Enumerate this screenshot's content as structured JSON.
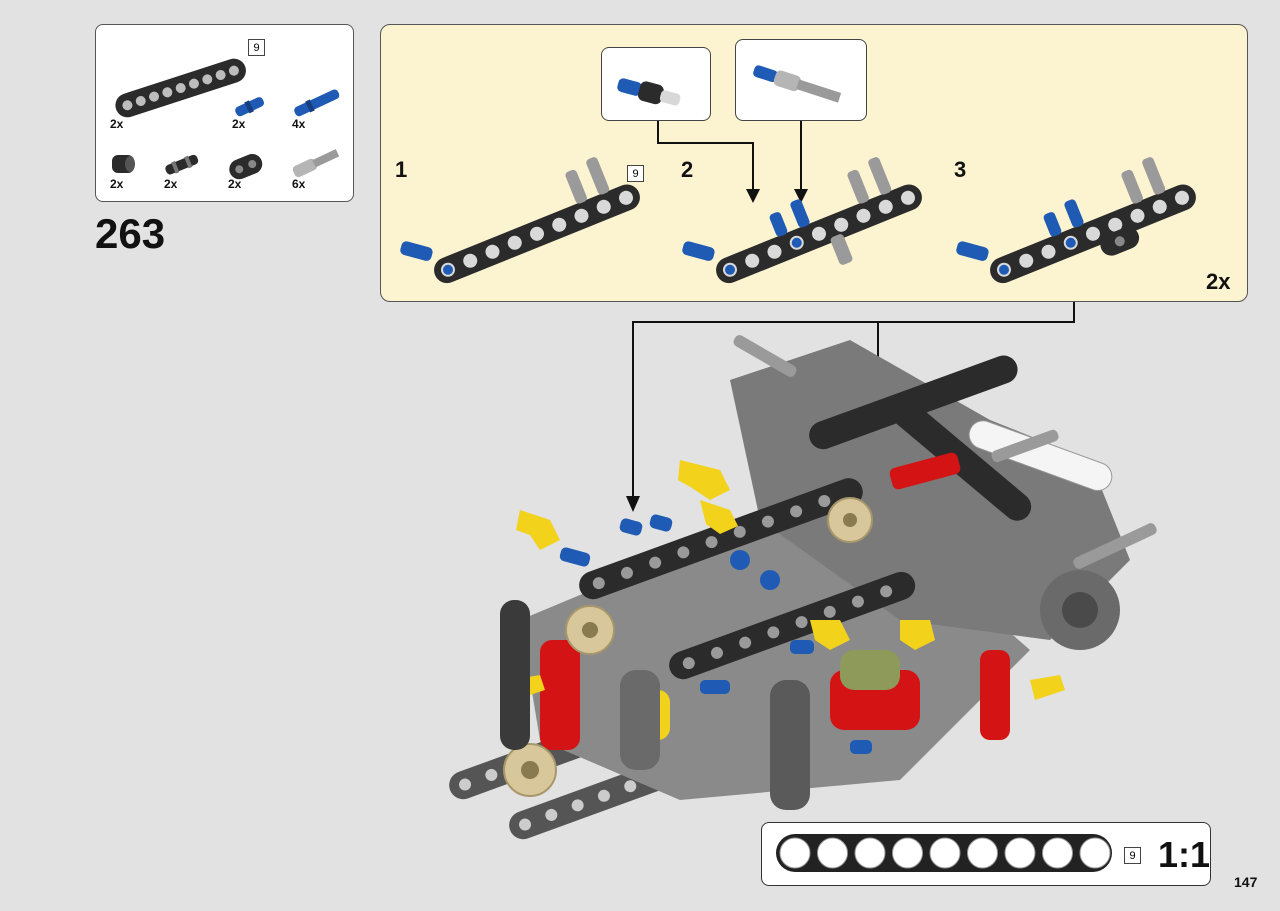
{
  "parts_list": {
    "items": [
      {
        "qty": "2x",
        "name": "beam-9",
        "length_label": "9"
      },
      {
        "qty": "2x",
        "name": "blue-pin-short"
      },
      {
        "qty": "4x",
        "name": "blue-pin-long"
      },
      {
        "qty": "2x",
        "name": "black-bush"
      },
      {
        "qty": "2x",
        "name": "black-pin-connector"
      },
      {
        "qty": "2x",
        "name": "black-beam-2"
      },
      {
        "qty": "6x",
        "name": "grey-axle-pin"
      }
    ]
  },
  "step": {
    "number": "263"
  },
  "subassembly": {
    "steps": [
      {
        "number": "1",
        "beam_label": "9"
      },
      {
        "number": "2"
      },
      {
        "number": "3"
      }
    ],
    "multiplier": "2x"
  },
  "scale_indicator": {
    "length_label": "9",
    "ratio": "1:1"
  },
  "page": {
    "number": "147"
  },
  "colors": {
    "panel_bg": "#fcf3d1",
    "beam": "#2b2b2b",
    "blue_pin": "#1f5bb5",
    "grey_pin": "#9a9a9a",
    "red": "#d41414",
    "yellow": "#f2d21a",
    "tan": "#d8c79a"
  }
}
